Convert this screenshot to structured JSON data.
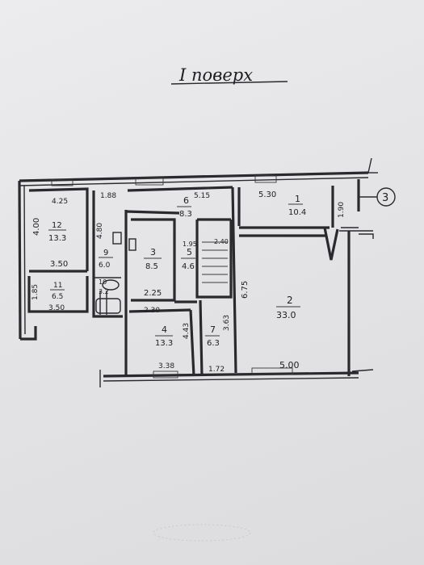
{
  "title": "I поверх",
  "axis_marker": "3",
  "rooms": [
    {
      "id": "1",
      "area": "10.4"
    },
    {
      "id": "2",
      "area": "33.0"
    },
    {
      "id": "3",
      "area": "8.5"
    },
    {
      "id": "4",
      "area": "13.3"
    },
    {
      "id": "5",
      "area": "4.6"
    },
    {
      "id": "6",
      "area": "8.3"
    },
    {
      "id": "7",
      "area": "6.3"
    },
    {
      "id": "9",
      "area": "6.0"
    },
    {
      "id": "10",
      "area": "3.2"
    },
    {
      "id": "11",
      "area": "6.5"
    },
    {
      "id": "12",
      "area": "13.3"
    }
  ],
  "dimensions": [
    "4.25",
    "1.88",
    "5.15",
    "5.30",
    "1.90",
    "4.00",
    "4.80",
    "3.50",
    "1.85",
    "3.50",
    "1.95",
    "2.40",
    "2.25",
    "2.30",
    "4.43",
    "3.63",
    "6.75",
    "3.38",
    "1.72",
    "5.00"
  ]
}
